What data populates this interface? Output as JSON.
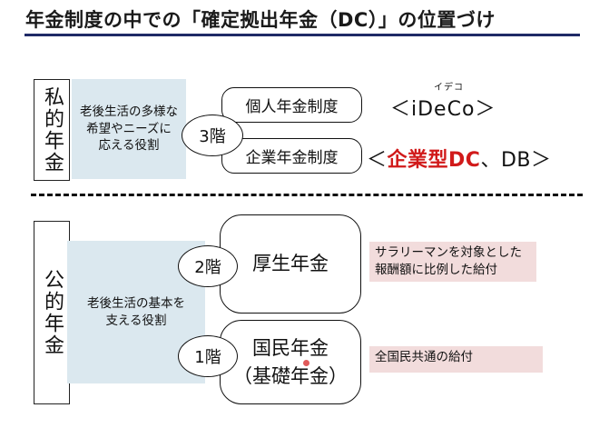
{
  "title": "年金制度の中での「確定拠出年金（DC）」の位置づけ",
  "private_pension": {
    "label": "私的年金",
    "role": "老後生活の多様な\n希望やニーズに\n応える役割",
    "tier": "3階",
    "personal_plan": "個人年金制度",
    "corporate_plan": "企業年金制度",
    "ideco_ruby": "イデコ",
    "ideco_label": "＜iDeCo＞",
    "corp_prefix": "＜",
    "corp_red": "企業型DC",
    "corp_suffix": "、DB＞"
  },
  "public_pension": {
    "label": "公的年金",
    "role": "老後生活の基本を\n支える役割",
    "tier2": "2階",
    "employee_pension": "厚生年金",
    "employee_note": "サラリーマンを対象とした\n報酬額に比例した給付",
    "tier1": "1階",
    "national_pension_line1": "国民年金",
    "national_pension_line2": "（基礎年金）",
    "national_note": "全国民共通の給付"
  },
  "colors": {
    "title_rule": "#1f2a66",
    "role_bg": "#dbe8ef",
    "note_bg": "#f2dcdc",
    "highlight": "#d11a1a"
  }
}
